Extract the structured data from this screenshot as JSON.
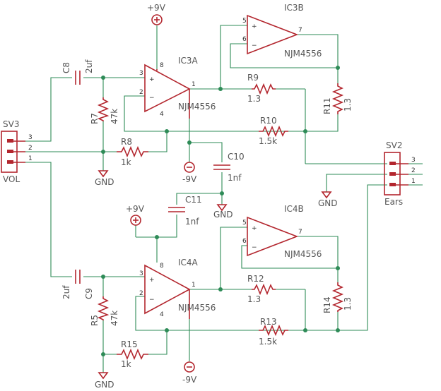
{
  "ic3a": {
    "name": "IC3A",
    "part": "NJM4556"
  },
  "ic3b": {
    "name": "IC3B",
    "part": "NJM4556"
  },
  "ic4a": {
    "name": "IC4A",
    "part": "NJM4556"
  },
  "ic4b": {
    "name": "IC4B",
    "part": "NJM4556"
  },
  "resistors": {
    "r5": {
      "name": "R5",
      "value": "47k"
    },
    "r7": {
      "name": "R7",
      "value": "47k"
    },
    "r8": {
      "name": "R8",
      "value": "1k"
    },
    "r9": {
      "name": "R9",
      "value": "1.3"
    },
    "r10": {
      "name": "R10",
      "value": "1.5k"
    },
    "r11": {
      "name": "R11",
      "value": "1.3"
    },
    "r12": {
      "name": "R12",
      "value": "1.3"
    },
    "r13": {
      "name": "R13",
      "value": "1.5k"
    },
    "r14": {
      "name": "R14",
      "value": "1.3"
    },
    "r15": {
      "name": "R15",
      "value": "1k"
    }
  },
  "capacitors": {
    "c8": {
      "name": "C8",
      "value": "2uf"
    },
    "c9": {
      "name": "C9",
      "value": "2uf"
    },
    "c10": {
      "name": "C10",
      "value": "1nf"
    },
    "c11": {
      "name": "C11",
      "value": "1nf"
    }
  },
  "connectors": {
    "sv3": {
      "name": "SV3",
      "label": "VOL",
      "pins": [
        "3",
        "2",
        "1"
      ]
    },
    "sv2": {
      "name": "SV2",
      "label": "Ears",
      "pins": [
        "3",
        "2",
        "1"
      ]
    }
  },
  "supplies": {
    "pos": "+9V",
    "neg": "-9V",
    "gnd": "GND"
  },
  "opamp_pins": {
    "in_plus": "3",
    "in_minus": "2",
    "out": "1",
    "vplus": "8",
    "vminus": "4",
    "b_plus": "5",
    "b_minus": "6",
    "b_out": "7"
  },
  "pin_signs": {
    "plus": "+",
    "minus": "−"
  }
}
